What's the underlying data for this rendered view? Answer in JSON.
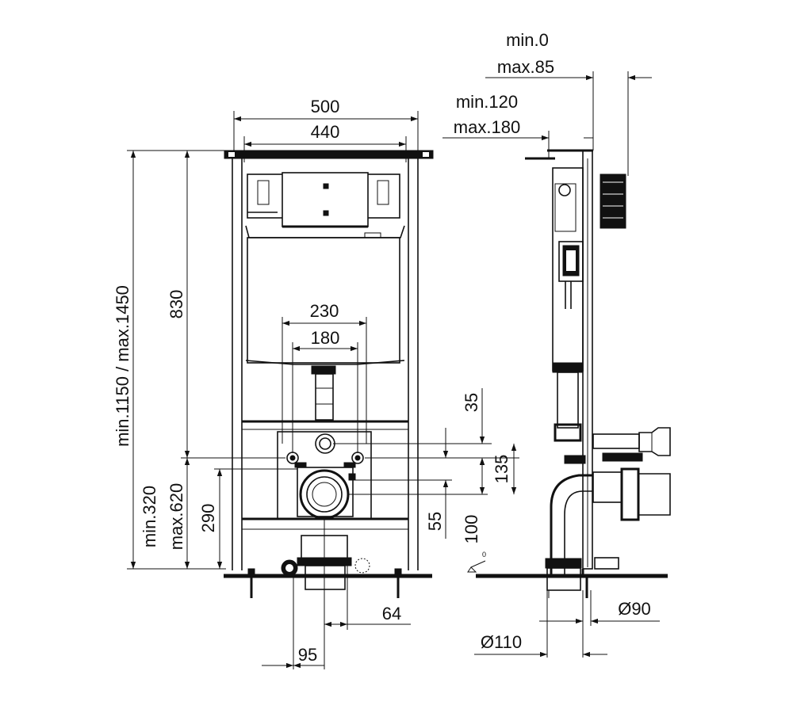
{
  "dimensions": {
    "top_offset_min": "min.0",
    "top_offset_max": "max.85",
    "depth_min": "min.120",
    "depth_max": "max.180",
    "frame_width_outer": "500",
    "frame_width_inner": "440",
    "height_830": "830",
    "total_height": "min.1150 / max.1450",
    "bracket_spacing_outer": "230",
    "bracket_spacing_inner": "180",
    "dim_35": "35",
    "dim_135": "135",
    "dim_55": "55",
    "dim_100": "100",
    "dim_290": "290",
    "outlet_height_max": "max.620",
    "outlet_height_min": "min.320",
    "dim_64": "64",
    "dim_95": "95",
    "pipe_110": "Ø110",
    "pipe_90": "Ø90",
    "floor_mark": "0"
  }
}
